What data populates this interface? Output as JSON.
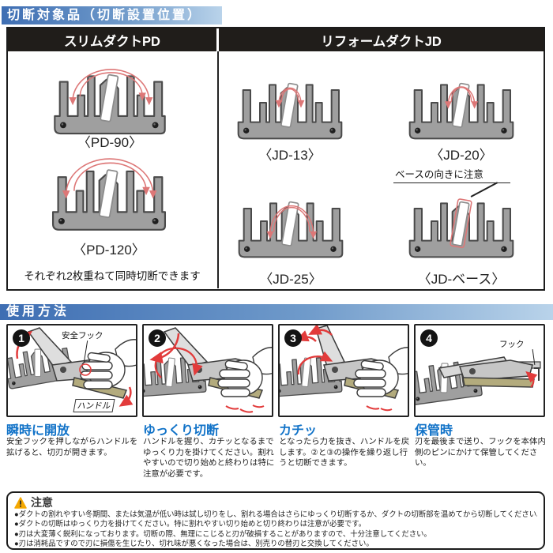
{
  "targets": {
    "header": "切断対象品（切断設置位置）",
    "columns": [
      {
        "title": "スリムダクトPD",
        "items": [
          {
            "caption": "〈PD-90〉"
          },
          {
            "caption": "〈PD-120〉"
          }
        ],
        "note": "それぞれ2枚重ねて同時切断できます"
      },
      {
        "title": "リフォームダクトJD",
        "items": [
          {
            "caption": "〈JD-13〉"
          },
          {
            "caption": "〈JD-20〉"
          },
          {
            "caption": "〈JD-25〉"
          },
          {
            "caption": "〈JD-ベース〉"
          }
        ],
        "annotation": "ベースの向きに注意"
      }
    ]
  },
  "usage": {
    "header": "使用方法",
    "steps": [
      {
        "num": "1",
        "title": "瞬時に開放",
        "body": "安全フックを押しながらハンドルを拡げると、切刃が開きます。",
        "labels": {
          "safety_hook": "安全フック",
          "handle": "ハンドル"
        }
      },
      {
        "num": "2",
        "title": "ゆっくり切断",
        "body": "ハンドルを握り、カチッとなるまでゆっくり力を掛けてください。割れやすいので切り始めと終わりは特に注意が必要です。"
      },
      {
        "num": "3",
        "title": "カチッ",
        "body": "となったら力を抜き、ハンドルを戻します。②と③の操作を繰り返し行うと切断できます。"
      },
      {
        "num": "4",
        "title": "保管時",
        "body": "刃を最後まで送り、フックを本体内側のピンにかけて保管してください。",
        "labels": {
          "hook": "フック"
        }
      }
    ]
  },
  "caution": {
    "title": "注意",
    "items": [
      "●ダクトの割れやすい冬期間、または気温が低い時は試し切りをし、割れる場合はさらにゆっくり切断するか、ダクトの切断部を温めてから切断してください。",
      "●ダクトの切断はゆっくり力を掛けてください。特に割れやすい切り始めと切り終わりは注意が必要です。",
      "●刃は大変薄く鋭利になっております。切断の際、無理にこじると刃が破損することがありますので、十分注意してください。",
      "●刃は消耗品ですので刃に損傷を生じたり、切れ味が悪くなった場合は、別売りの替刃と交換してください。"
    ]
  },
  "colors": {
    "header_gradient_start": "#3e6eb3",
    "header_gradient_end": "#b9d3ea",
    "table_header_bg": "#201d1a",
    "step_title_blue": "#1273c8",
    "soft_red_arrow": "#dd7777",
    "bright_red_arrow": "#e23b3b",
    "jig_gray": "#9f9f9f",
    "handle_olive": "#b3ab7d",
    "warning_yellow": "#f5a800"
  }
}
